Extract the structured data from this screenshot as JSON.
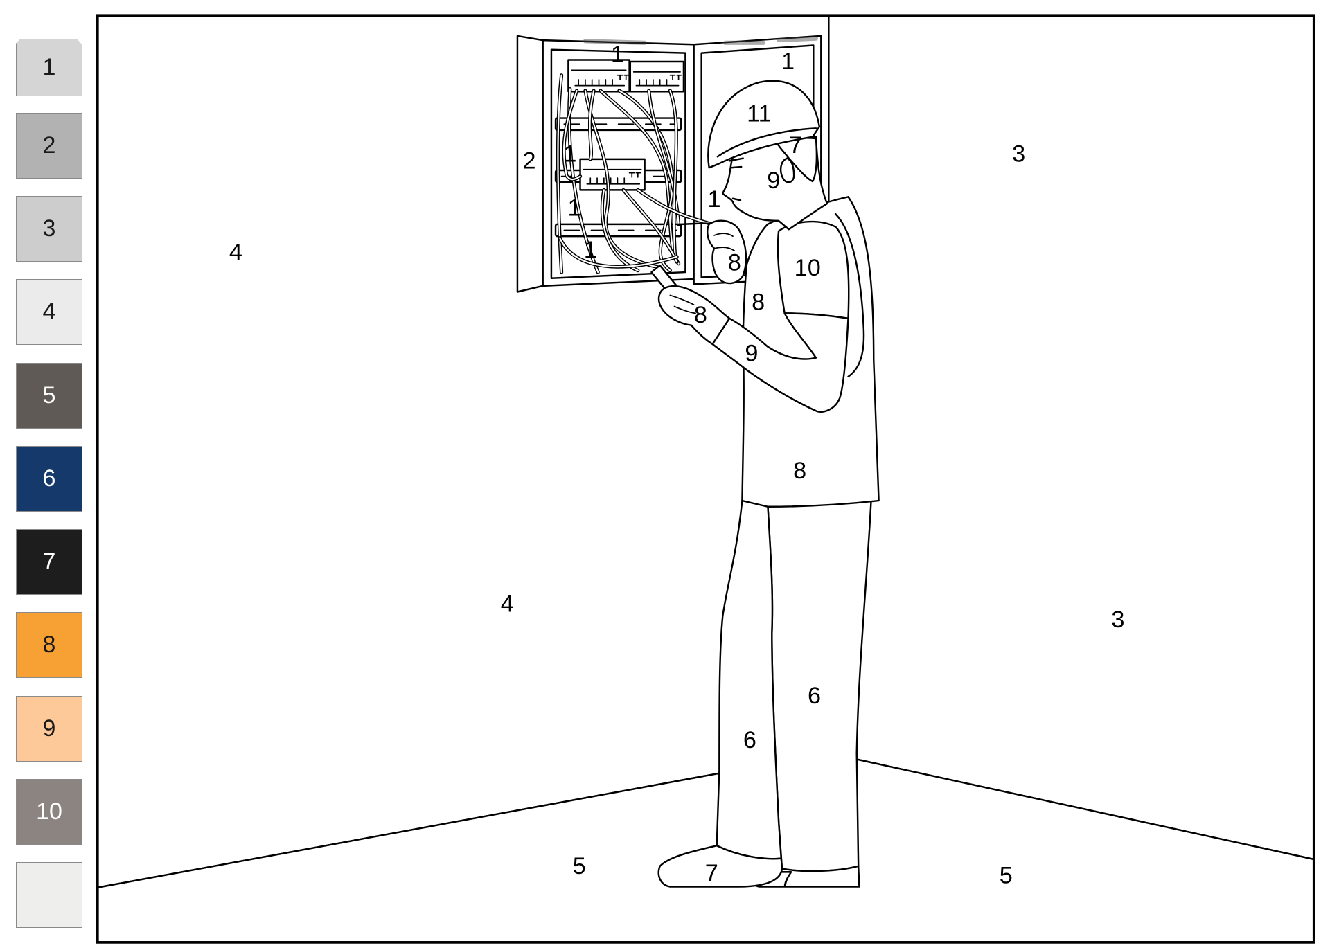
{
  "palette": [
    {
      "label": "1",
      "color": "#d5d5d5",
      "text_color": "#1a1a1a"
    },
    {
      "label": "2",
      "color": "#b2b2b2",
      "text_color": "#1a1a1a"
    },
    {
      "label": "3",
      "color": "#cdcdcd",
      "text_color": "#1a1a1a"
    },
    {
      "label": "4",
      "color": "#ebebeb",
      "text_color": "#1a1a1a"
    },
    {
      "label": "5",
      "color": "#5f5a56",
      "text_color": "#ffffff"
    },
    {
      "label": "6",
      "color": "#16396c",
      "text_color": "#ffffff"
    },
    {
      "label": "7",
      "color": "#1d1d1d",
      "text_color": "#ffffff"
    },
    {
      "label": "8",
      "color": "#f7a135",
      "text_color": "#1a1a1a"
    },
    {
      "label": "9",
      "color": "#fdc999",
      "text_color": "#1a1a1a"
    },
    {
      "label": "10",
      "color": "#8b8481",
      "text_color": "#ffffff"
    },
    {
      "color": "#eeeeec"
    }
  ],
  "region_labels": [
    "1",
    "1",
    "11",
    "7",
    "3",
    "2",
    "1",
    "9",
    "1",
    "1",
    "4",
    "1",
    "8",
    "10",
    "8",
    "8",
    "9",
    "8",
    "4",
    "3",
    "6",
    "6",
    "5",
    "7",
    "7",
    "5"
  ],
  "colors": {
    "outline": "#000000",
    "canvas": "#ffffff"
  }
}
